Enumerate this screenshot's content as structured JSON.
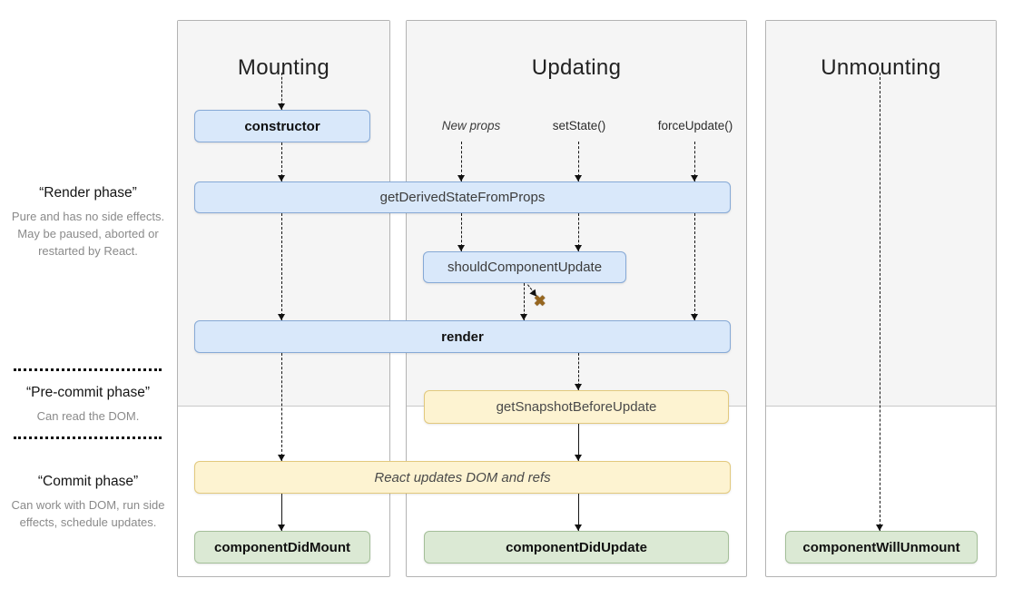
{
  "phases": {
    "render": {
      "title": "“Render phase”",
      "description": "Pure and has no side effects. May be paused, aborted or restarted by React."
    },
    "pre_commit": {
      "title": "“Pre-commit phase”",
      "description": "Can read the DOM."
    },
    "commit": {
      "title": "“Commit phase”",
      "description": "Can work with DOM, run side effects, schedule updates."
    }
  },
  "columns": {
    "mounting": {
      "title": "Mounting"
    },
    "updating": {
      "title": "Updating",
      "triggers": [
        "New props",
        "setState()",
        "forceUpdate()"
      ]
    },
    "unmounting": {
      "title": "Unmounting"
    }
  },
  "methods": {
    "constructor": "constructor",
    "get_derived_state_from_props": "getDerivedStateFromProps",
    "should_component_update": "shouldComponentUpdate",
    "render": "render",
    "get_snapshot_before_update": "getSnapshotBeforeUpdate",
    "react_updates_dom": "React updates DOM and refs",
    "component_did_mount": "componentDidMount",
    "component_did_update": "componentDidUpdate",
    "component_will_unmount": "componentWillUnmount"
  },
  "icons": {
    "skip_update_icon": "✖"
  },
  "colors": {
    "blue_fill": "#d9e8fa",
    "blue_border": "#86a9d6",
    "yellow_fill": "#fdf3d1",
    "yellow_border": "#e2c97d",
    "green_fill": "#dbe9d4",
    "green_border": "#a4bf99",
    "panel_gray": "#f5f5f5",
    "arrow": "#161616",
    "muted_text": "#8a8a8a",
    "skip_icon": "#96661f"
  }
}
